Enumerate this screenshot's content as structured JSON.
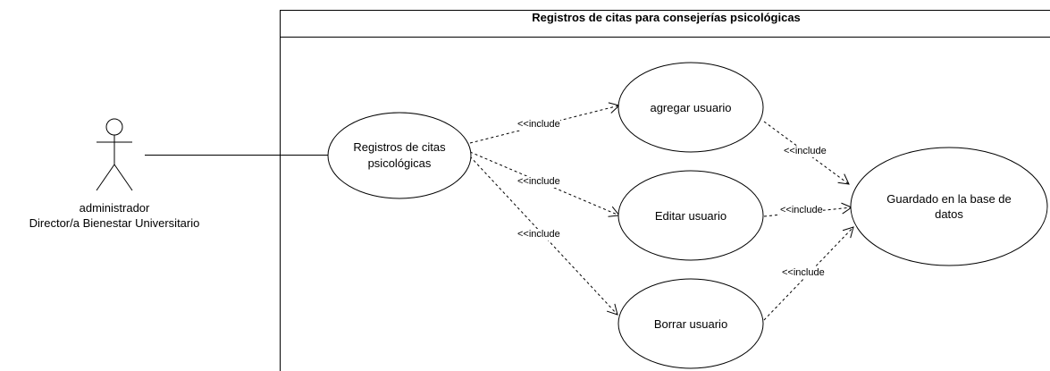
{
  "system": {
    "title": "Registros de citas para consejerías psicológicas"
  },
  "actor": {
    "line1": "administrador",
    "line2": "Director/a Bienestar Universitario"
  },
  "use_cases": {
    "registros": {
      "line1": "Registros de citas",
      "line2": "psicológicas"
    },
    "agregar": "agregar usuario",
    "editar": "Editar usuario",
    "borrar": "Borrar usuario",
    "guardado": {
      "line1": "Guardado en la base de",
      "line2": "datos"
    }
  },
  "relations": {
    "reg_agregar": "<<include",
    "reg_editar": "<<include",
    "reg_borrar": "<<include",
    "agregar_guardado": "<<include",
    "editar_guardado": "<<include",
    "borrar_guardado": "<<include"
  },
  "colors": {
    "stroke": "#000000",
    "fill": "#ffffff"
  }
}
